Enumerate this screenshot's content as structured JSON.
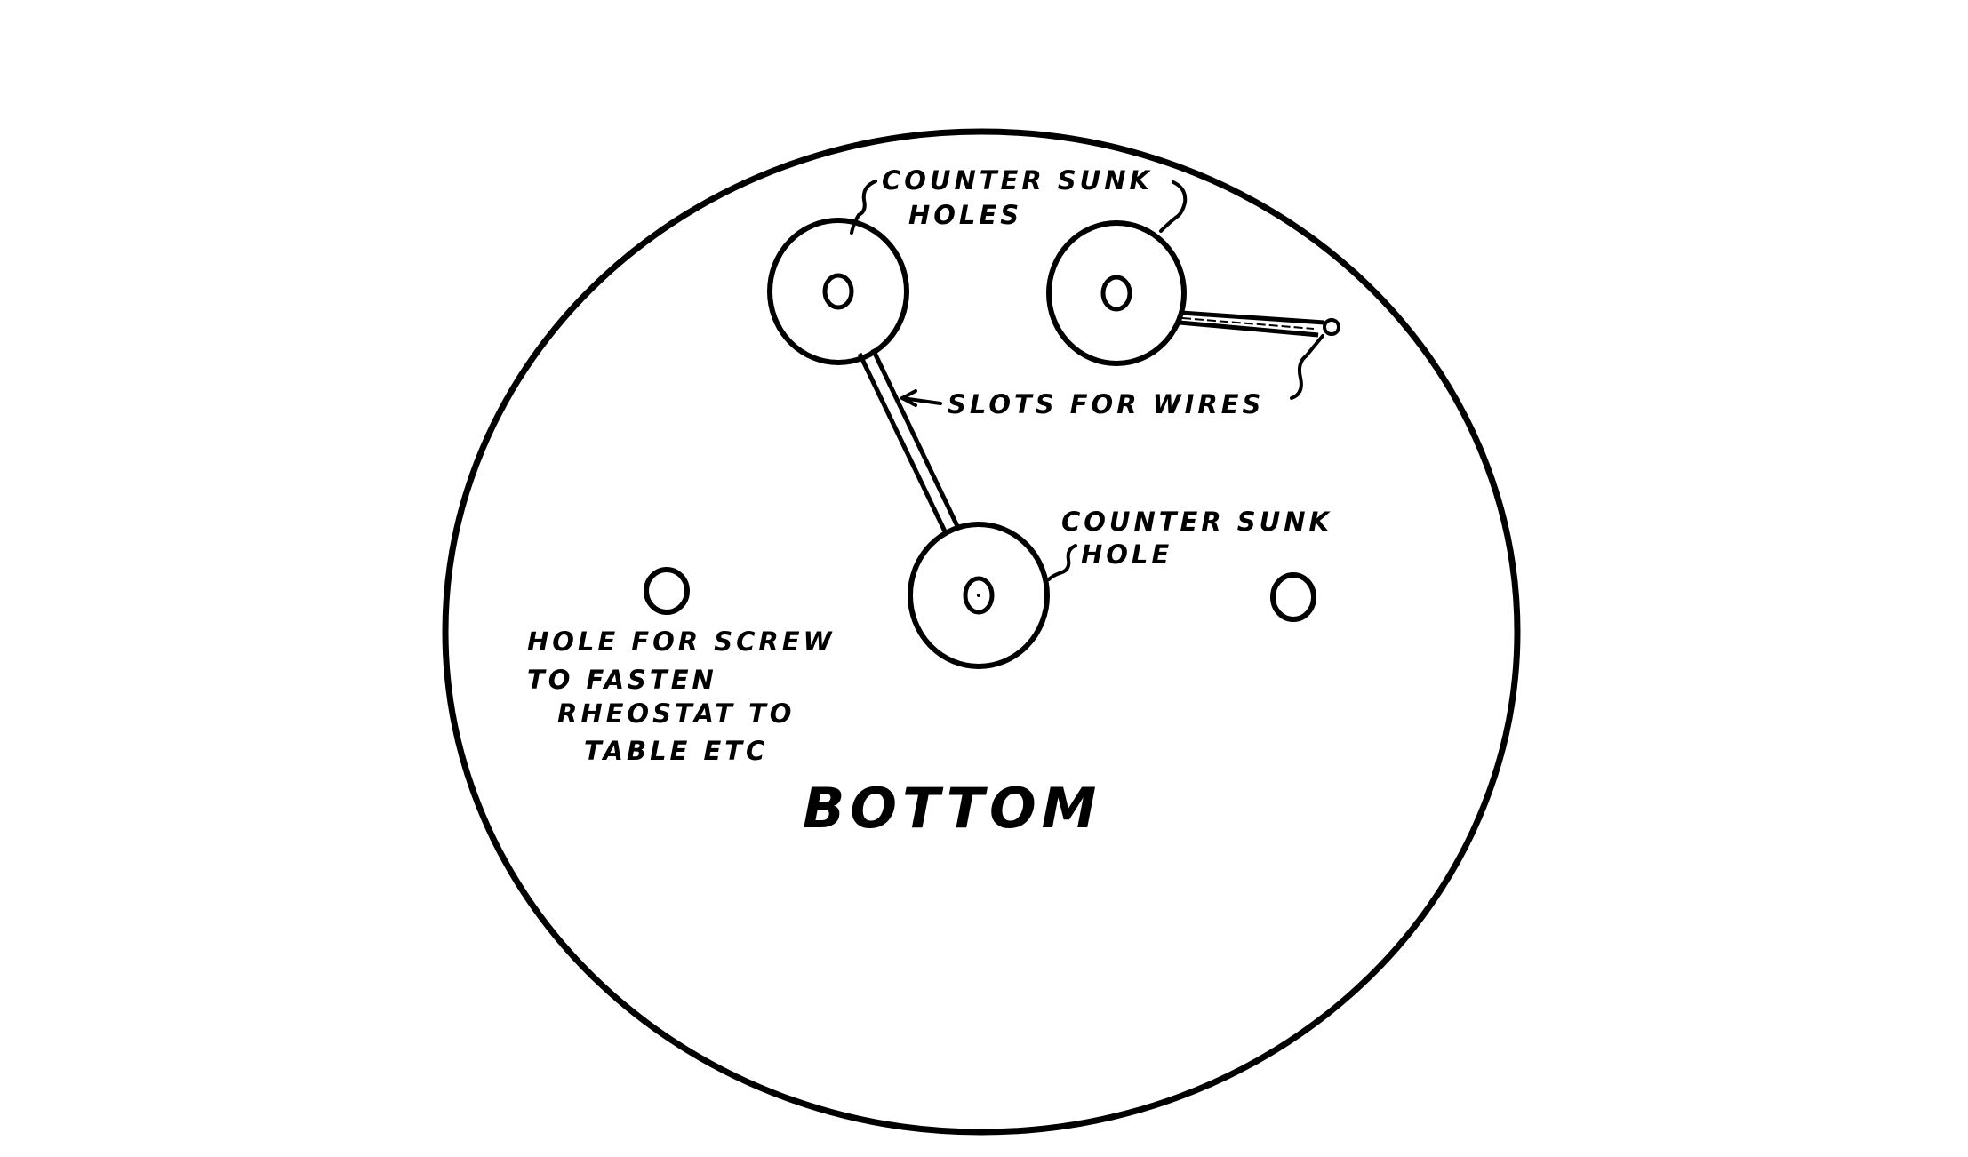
{
  "diagram": {
    "title": "BOTTOM",
    "colors": {
      "ink": "#000000",
      "paper": "#ffffff"
    },
    "labels": {
      "countersunk_holes_line1": "COUNTER SUNK",
      "countersunk_holes_line2": "HOLES",
      "slots_for_wires": "SLOTS FOR WIRES",
      "countersunk_hole_line1": "COUNTER SUNK",
      "countersunk_hole_line2": "HOLE",
      "screw_hole_line1": "HOLE FOR SCREW",
      "screw_hole_line2": "TO FASTEN",
      "screw_hole_line3": "RHEOSTAT TO",
      "screw_hole_line4": "TABLE ETC"
    },
    "parts": [
      "outer-disc",
      "countersunk-hole-top-left",
      "countersunk-hole-top-right",
      "countersunk-hole-bottom",
      "wire-slot-diagonal",
      "wire-slot-horizontal",
      "screw-hole-left",
      "screw-hole-right"
    ]
  }
}
